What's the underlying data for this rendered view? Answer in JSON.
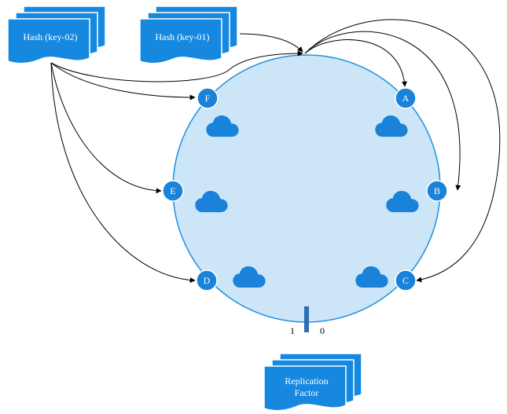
{
  "colors": {
    "ring_fill": "#cce6f8",
    "ring_stroke": "#1e90e0",
    "node_fill": "#1a82d8",
    "doc_fill": "#1688e0",
    "arrow": "#000000",
    "marker": "#2b6fb8"
  },
  "documents": {
    "key02": {
      "label": "Hash (key-02)"
    },
    "key01": {
      "label": "Hash (key-01)"
    },
    "replication": {
      "line1": "Replication",
      "line2": "Factor"
    }
  },
  "nodes": {
    "A": "A",
    "B": "B",
    "C": "C",
    "D": "D",
    "E": "E",
    "F": "F"
  },
  "ring_ticks": {
    "left": "1",
    "right": "0"
  },
  "icons": {
    "node_icon": "cloud-icon"
  }
}
